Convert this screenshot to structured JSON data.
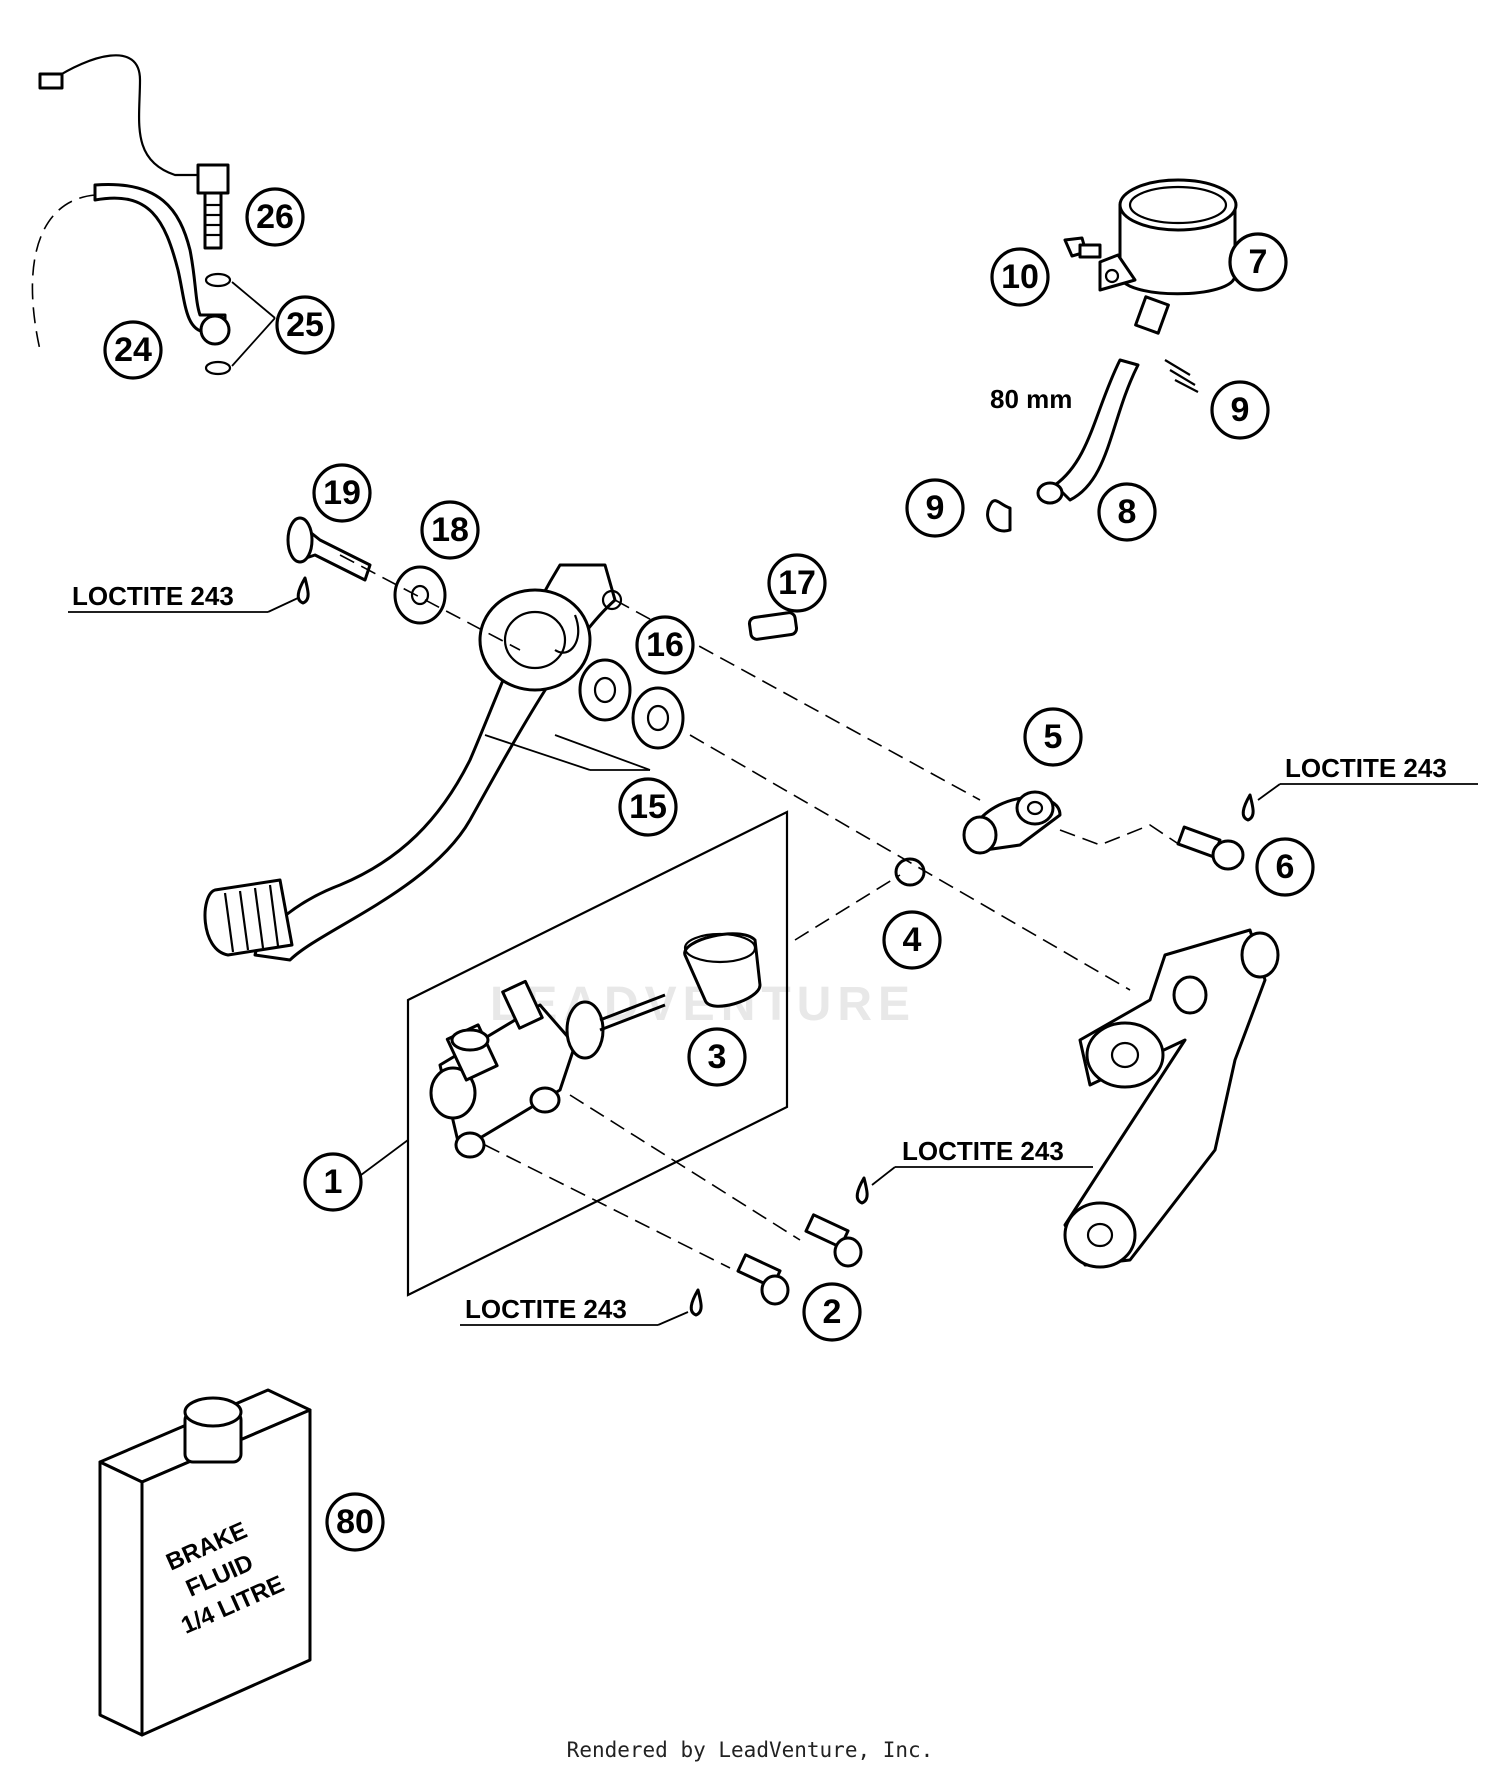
{
  "diagram": {
    "callouts": [
      "1",
      "2",
      "3",
      "4",
      "5",
      "6",
      "7",
      "8",
      "9",
      "9",
      "10",
      "15",
      "16",
      "17",
      "18",
      "19",
      "24",
      "25",
      "26",
      "80"
    ],
    "loctite_labels": [
      "LOCTITE 243",
      "LOCTITE 243",
      "LOCTITE 243",
      "LOCTITE 243"
    ],
    "hose_length": "80 mm",
    "bottle_label": [
      "BRAKE",
      "FLUID",
      "1/4 LITRE"
    ],
    "watermark": "LEADVENTURE"
  },
  "footer": {
    "credit": "Rendered by LeadVenture, Inc."
  }
}
